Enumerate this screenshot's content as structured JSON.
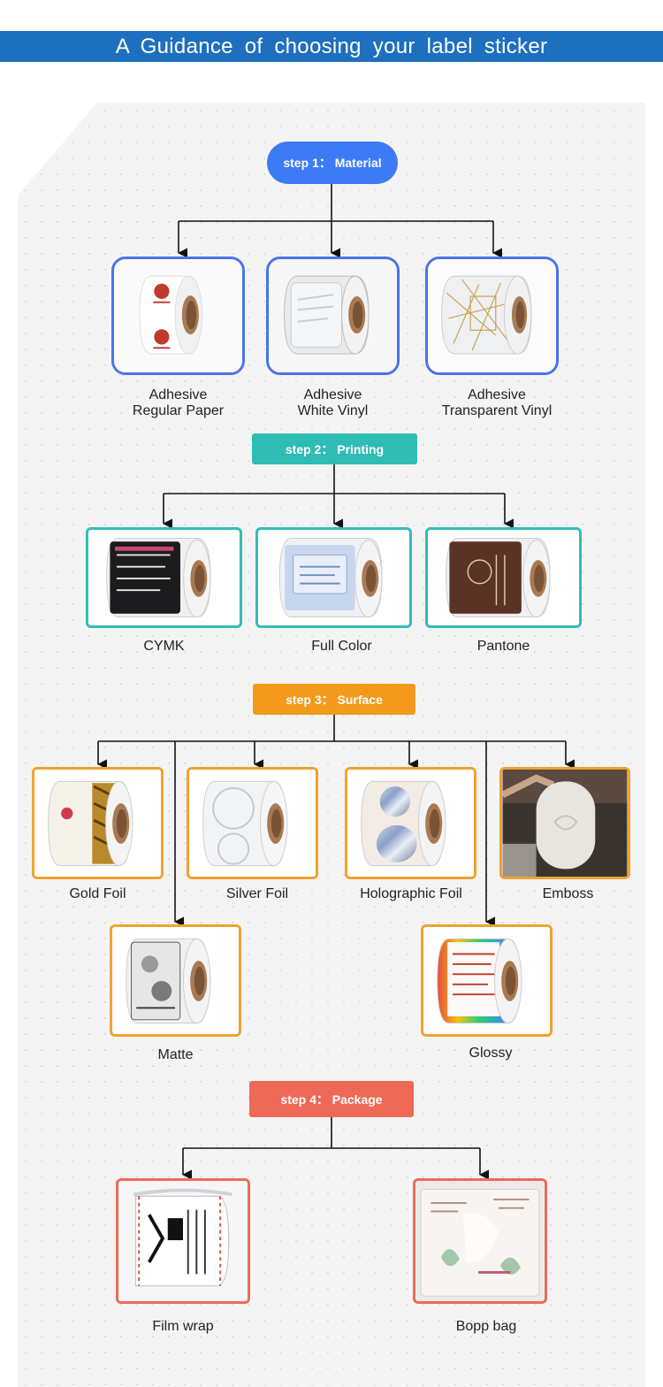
{
  "header": {
    "title": "A Guidance of choosing your label sticker"
  },
  "colors": {
    "banner": "#1e6fbe",
    "step1": "#3d7af5",
    "step2": "#2fbcb5",
    "step3": "#f39a1c",
    "step4": "#ee6a57"
  },
  "steps": [
    {
      "label": "step 1：  Material",
      "options": [
        {
          "label_line1": "Adhesive",
          "label_line2": "Regular Paper",
          "icon": "paper-roll-image"
        },
        {
          "label_line1": "Adhesive",
          "label_line2": "White Vinyl",
          "icon": "white-vinyl-roll-image"
        },
        {
          "label_line1": "Adhesive",
          "label_line2": "Transparent Vinyl",
          "icon": "transparent-vinyl-roll-image"
        }
      ]
    },
    {
      "label": "step 2：  Printing",
      "options": [
        {
          "label": "CYMK",
          "icon": "black-label-roll-image"
        },
        {
          "label": "Full Color",
          "icon": "full-color-roll-image"
        },
        {
          "label": "Pantone",
          "icon": "brown-label-roll-image"
        }
      ]
    },
    {
      "label": "step 3：  Surface",
      "options": [
        {
          "label": "Gold Foil",
          "icon": "gold-foil-roll-image"
        },
        {
          "label": "Silver Foil",
          "icon": "silver-foil-roll-image"
        },
        {
          "label": "Holographic Foil",
          "icon": "holographic-roll-image"
        },
        {
          "label": "Emboss",
          "icon": "emboss-label-image"
        },
        {
          "label": "Matte",
          "icon": "matte-roll-image"
        },
        {
          "label": "Glossy",
          "icon": "glossy-roll-image"
        }
      ]
    },
    {
      "label": "step 4：  Package",
      "options": [
        {
          "label": "Film wrap",
          "icon": "film-wrap-roll-image"
        },
        {
          "label": "Bopp bag",
          "icon": "bopp-bag-image"
        }
      ]
    }
  ]
}
